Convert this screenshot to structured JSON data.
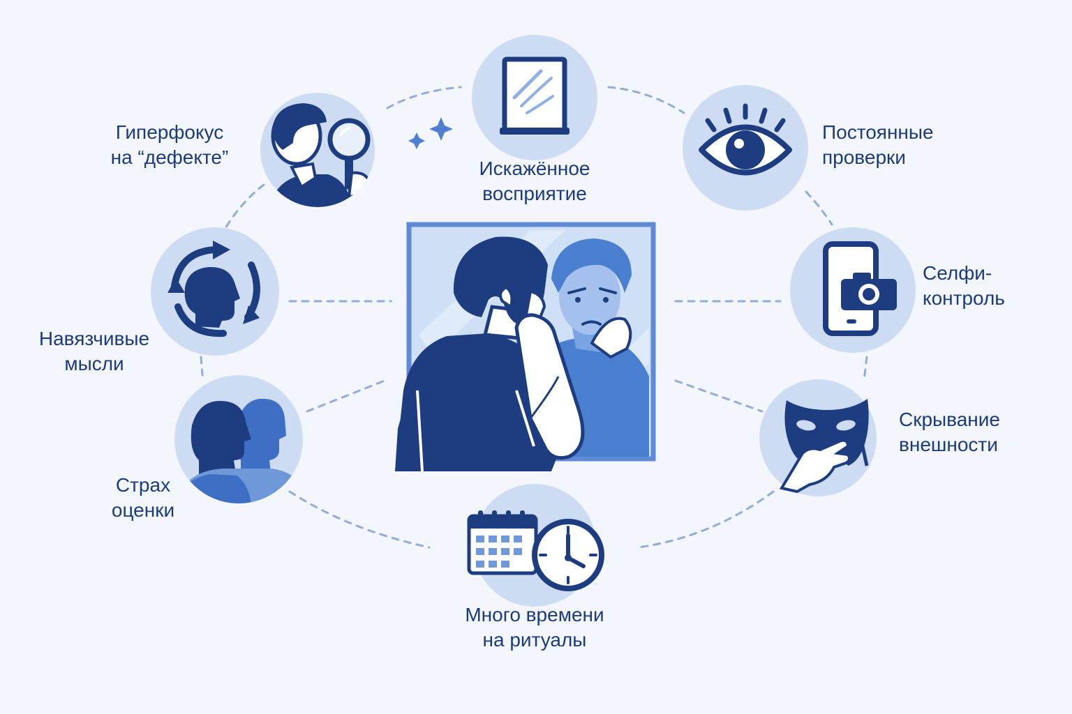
{
  "colors": {
    "background": "#f3f6fc",
    "circle_fill": "#cddcf2",
    "icon_dark": "#1d3d80",
    "icon_mid": "#3f6fc4",
    "icon_light": "#6f98d8",
    "connector": "#93acd6",
    "label_text": "#1c3b7e"
  },
  "center": {
    "illustration": "person-looking-in-mirror"
  },
  "nodes": [
    {
      "id": "hyperfocus",
      "icon": "magnifier-person-icon",
      "line1": "Гиперфокус",
      "line2": "на “дефекте”"
    },
    {
      "id": "distorted",
      "icon": "mirror-icon",
      "line1": "Искажённое",
      "line2": "восприятие"
    },
    {
      "id": "checks",
      "icon": "eye-icon",
      "line1": "Постоянные",
      "line2": "проверки"
    },
    {
      "id": "intrusive",
      "icon": "cycle-head-icon",
      "line1": "Навязчивые",
      "line2": "мысли"
    },
    {
      "id": "selfie",
      "icon": "phone-camera-icon",
      "line1": "Селфи-",
      "line2": "контроль"
    },
    {
      "id": "fear",
      "icon": "two-heads-icon",
      "line1": "Страх",
      "line2": "оценки"
    },
    {
      "id": "hiding",
      "icon": "mask-hand-icon",
      "line1": "Скрывание",
      "line2": "внешности"
    },
    {
      "id": "time",
      "icon": "calendar-clock-icon",
      "line1": "Много времени",
      "line2": "на ритуалы"
    }
  ]
}
